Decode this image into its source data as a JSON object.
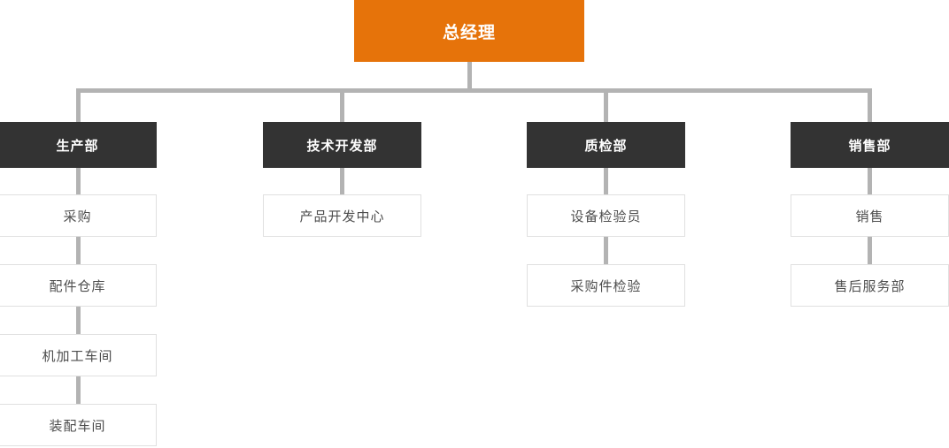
{
  "root": {
    "label": "总经理"
  },
  "columns": [
    {
      "dept": {
        "label": "生产部"
      },
      "children": [
        {
          "label": "采购"
        },
        {
          "label": "配件仓库"
        },
        {
          "label": "机加工车间"
        },
        {
          "label": "装配车间"
        }
      ]
    },
    {
      "dept": {
        "label": "技术开发部"
      },
      "children": [
        {
          "label": "产品开发中心"
        }
      ]
    },
    {
      "dept": {
        "label": "质检部"
      },
      "children": [
        {
          "label": "设备检验员"
        },
        {
          "label": "采购件检验"
        }
      ]
    },
    {
      "dept": {
        "label": "销售部"
      },
      "children": [
        {
          "label": "销售"
        },
        {
          "label": "售后服务部"
        }
      ]
    }
  ],
  "colors": {
    "root_bg": "#e6730a",
    "root_text": "#ffffff",
    "dept_bg": "#333333",
    "dept_text": "#ffffff",
    "child_bg": "#ffffff",
    "child_border": "#e0e0e0",
    "child_text": "#4d4d4d",
    "connector": "#b3b3b3"
  }
}
